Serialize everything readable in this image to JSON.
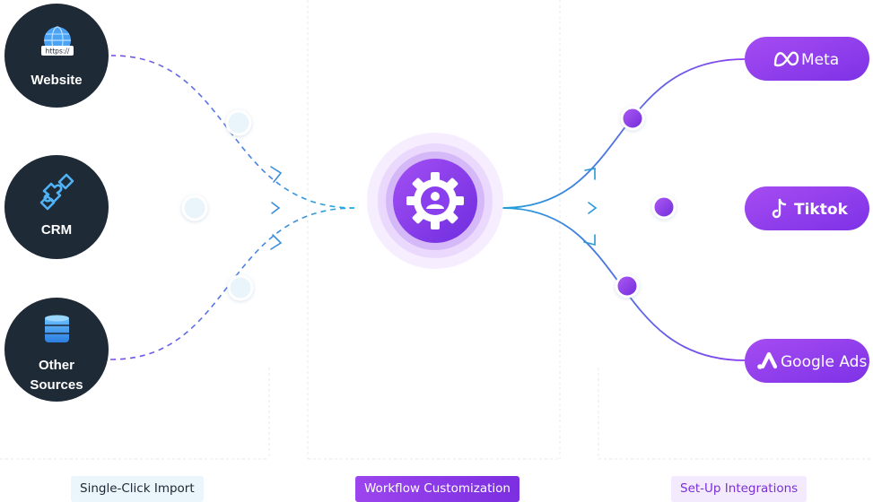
{
  "sources": [
    {
      "label_lines": [
        "Website"
      ],
      "icon": "globe-https-icon"
    },
    {
      "label_lines": [
        "CRM"
      ],
      "icon": "puzzle-icon"
    },
    {
      "label_lines": [
        "Other",
        "Sources"
      ],
      "icon": "database-icon"
    }
  ],
  "center": {
    "icon": "gear-user-icon"
  },
  "destinations": [
    {
      "label": "Meta",
      "icon": "meta-logo-icon"
    },
    {
      "label": "Tiktok",
      "icon": "tiktok-logo-icon"
    },
    {
      "label": "Google Ads",
      "icon": "google-ads-logo-icon"
    }
  ],
  "website_icon_text": "https://",
  "stages": {
    "import": "Single-Click Import",
    "workflow": "Workflow Customization",
    "integrations": "Set-Up Integrations"
  },
  "colors": {
    "node_dark": "#1e2a36",
    "purple": "#8b3ff0",
    "blue": "#2f8fe0",
    "tag_import_bg": "#eaf6fc",
    "tag_integrations_bg": "#f3eafd"
  }
}
